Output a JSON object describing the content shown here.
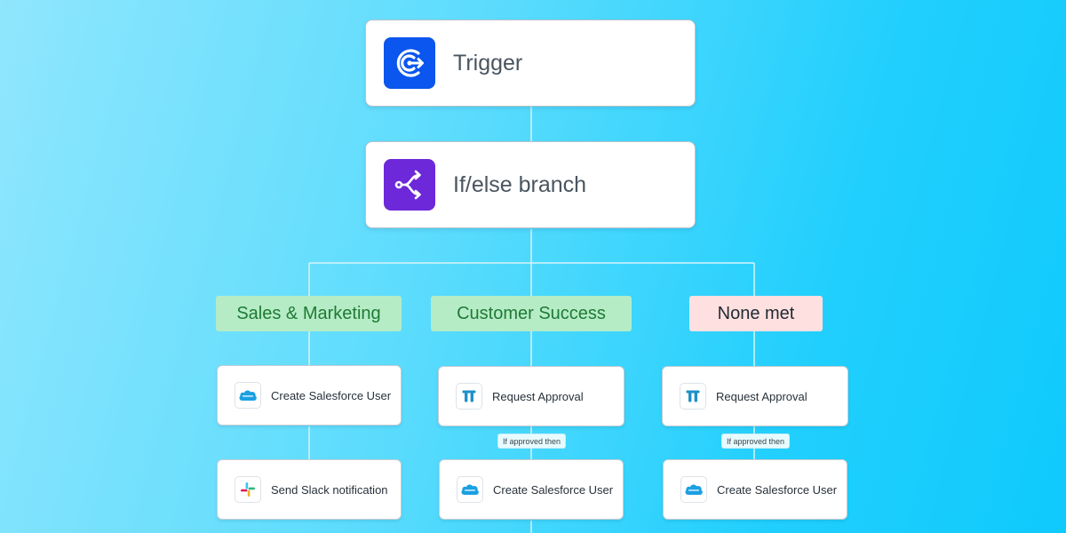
{
  "trigger": {
    "label": "Trigger",
    "icon": "trigger-icon",
    "color": "#0a56ee"
  },
  "branch": {
    "label": "If/else branch",
    "icon": "branch-icon",
    "color": "#6d28d9"
  },
  "branches": [
    {
      "label": "Sales & Marketing",
      "steps": [
        {
          "label": "Create Salesforce User",
          "icon": "salesforce-icon"
        },
        {
          "label": "Send Slack notification",
          "icon": "slack-icon"
        }
      ]
    },
    {
      "label": "Customer Success",
      "steps": [
        {
          "label": "Request Approval",
          "icon": "approval-icon"
        },
        {
          "label": "Create Salesforce User",
          "icon": "salesforce-icon"
        }
      ],
      "condition": "If approved then"
    },
    {
      "label": "None met",
      "steps": [
        {
          "label": "Request Approval",
          "icon": "approval-icon"
        },
        {
          "label": "Create Salesforce User",
          "icon": "salesforce-icon"
        }
      ],
      "condition": "If approved then"
    }
  ],
  "colors": {
    "success_label_bg": "#b5ecc6",
    "success_label_text": "#1f7a34",
    "none_label_bg": "#ffe0e0",
    "salesforce": "#1ba0e2",
    "approval": "#1e90c8"
  }
}
